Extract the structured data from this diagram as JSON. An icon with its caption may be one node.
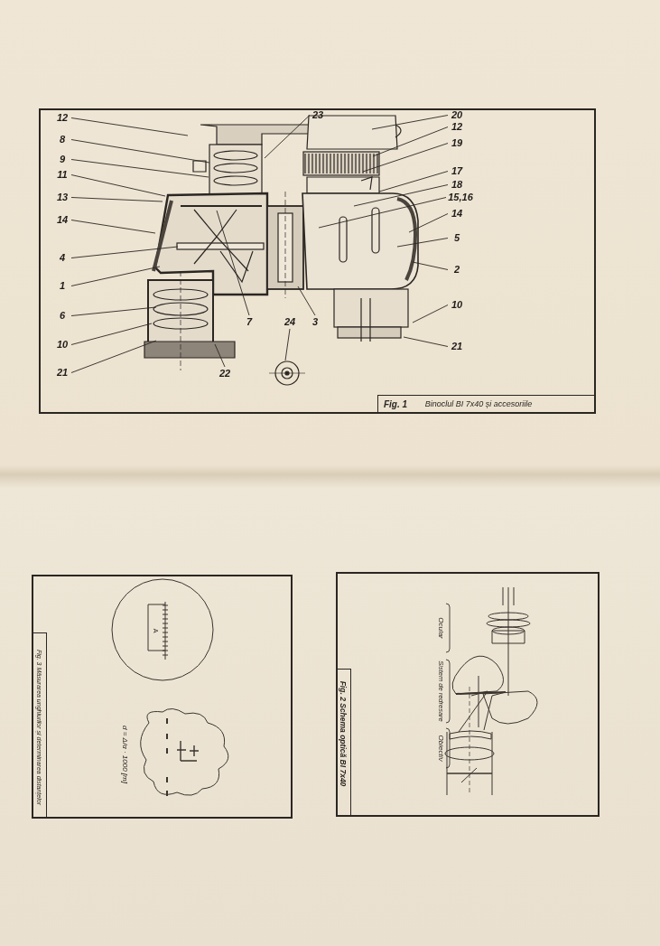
{
  "diagram": {
    "nodes": [
      {
        "text": [
          "12"
        ]
      },
      {
        "text": [
          "8"
        ]
      },
      {
        "text": [
          "9"
        ]
      },
      {
        "text": [
          "11"
        ]
      },
      {
        "text": [
          "13"
        ]
      },
      {
        "text": [
          "14"
        ]
      },
      {
        "text": [
          "4"
        ]
      },
      {
        "text": [
          "1"
        ]
      },
      {
        "text": [
          "6"
        ]
      },
      {
        "text": [
          "10"
        ]
      },
      {
        "text": [
          "21"
        ]
      },
      {
        "text": [
          "23"
        ]
      },
      {
        "text": [
          "7"
        ]
      },
      {
        "text": [
          "24"
        ]
      },
      {
        "text": [
          "3"
        ]
      },
      {
        "text": [
          "22"
        ]
      },
      {
        "text": [
          "20"
        ]
      },
      {
        "text": [
          "12"
        ]
      },
      {
        "text": [
          "19"
        ]
      },
      {
        "text": [
          "17"
        ]
      },
      {
        "text": [
          "18"
        ]
      },
      {
        "text": [
          "15,16"
        ]
      },
      {
        "text": [
          "14"
        ]
      },
      {
        "text": [
          "5"
        ]
      },
      {
        "text": [
          "2"
        ]
      },
      {
        "text": [
          "10"
        ]
      },
      {
        "text": [
          "21"
        ]
      }
    ],
    "edges": [
      {
        "from": 0,
        "to": null,
        "arrow": "none"
      },
      {
        "from": 1,
        "to": null,
        "arrow": "none"
      },
      {
        "from": 2,
        "to": null,
        "arrow": "none"
      },
      {
        "from": 3,
        "to": null,
        "arrow": "none"
      },
      {
        "from": 4,
        "to": null,
        "arrow": "none"
      },
      {
        "from": 5,
        "to": null,
        "arrow": "none"
      },
      {
        "from": 6,
        "to": null,
        "arrow": "none"
      },
      {
        "from": 7,
        "to": null,
        "arrow": "none"
      },
      {
        "from": 8,
        "to": null,
        "arrow": "none"
      },
      {
        "from": 9,
        "to": null,
        "arrow": "none"
      },
      {
        "from": 10,
        "to": null,
        "arrow": "none"
      },
      {
        "from": 11,
        "to": null,
        "arrow": "none"
      },
      {
        "from": 12,
        "to": null,
        "arrow": "none"
      },
      {
        "from": 13,
        "to": null,
        "arrow": "none"
      },
      {
        "from": 14,
        "to": null,
        "arrow": "none"
      },
      {
        "from": 15,
        "to": null,
        "arrow": "none"
      },
      {
        "from": 16,
        "to": null,
        "arrow": "none"
      },
      {
        "from": 17,
        "to": null,
        "arrow": "none"
      },
      {
        "from": 18,
        "to": null,
        "arrow": "none"
      },
      {
        "from": 19,
        "to": null,
        "arrow": "none"
      },
      {
        "from": 20,
        "to": null,
        "arrow": "none"
      },
      {
        "from": 21,
        "to": null,
        "arrow": "none"
      },
      {
        "from": 22,
        "to": null,
        "arrow": "none"
      },
      {
        "from": 23,
        "to": null,
        "arrow": "none"
      },
      {
        "from": 24,
        "to": null,
        "arrow": "none"
      },
      {
        "from": 25,
        "to": null,
        "arrow": "none"
      },
      {
        "from": 26,
        "to": null,
        "arrow": "none"
      }
    ],
    "labels": [
      "Fig. 1",
      "Binoclul BI 7x40 și accesoriile",
      "Fig. 3 Măsurarea unghiurilor și determinarea distanțelor",
      "A",
      "d = Δ/α · 1000 [m]",
      "Fig. 2 Schema optică BI 7x40",
      "Ocular",
      "Sistem de redresare",
      "Obiectiv"
    ]
  }
}
